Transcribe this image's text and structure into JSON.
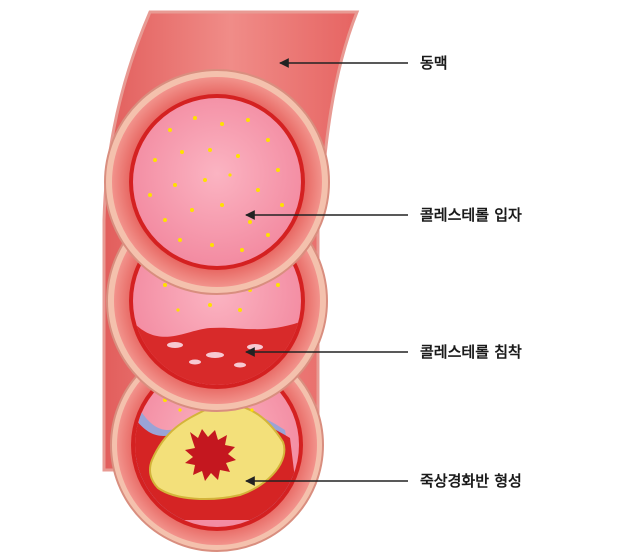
{
  "labels": {
    "artery": "동맥",
    "cholesterol_particles": "콜레스테롤 입자",
    "cholesterol_deposit": "콜레스테롤 침착",
    "plaque_formation": "죽상경화반 형성"
  },
  "colors": {
    "vessel_outer": "#f0a7a0",
    "vessel_body": "#e76a68",
    "wall_rim": "#f6c6b4",
    "inner_wall": "#d62424",
    "lumen": "#f59aae",
    "particle": "#ffe100",
    "plaque": "#f4e27a",
    "plaque_core": "#c2161e",
    "arrow": "#222222"
  }
}
